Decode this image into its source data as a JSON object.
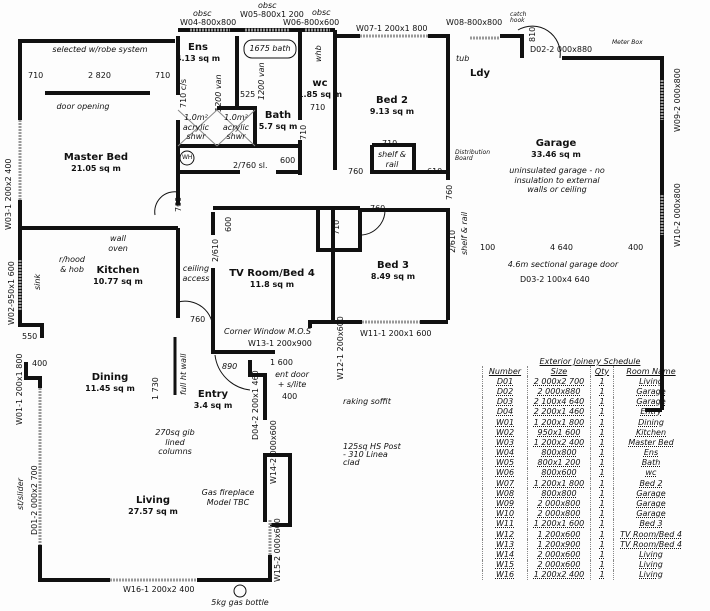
{
  "rooms": [
    {
      "name": "Master Bed",
      "area": "21.05 sq m"
    },
    {
      "name": "Ens",
      "area": "4.13 sq m"
    },
    {
      "name": "Bath",
      "area": "5.7 sq m"
    },
    {
      "name": "wc",
      "area": "1.85 sq m"
    },
    {
      "name": "Bed 2",
      "area": "9.13 sq m"
    },
    {
      "name": "Ldy",
      "area": ""
    },
    {
      "name": "Garage",
      "area": "33.46 sq m"
    },
    {
      "name": "Kitchen",
      "area": "10.77 sq m"
    },
    {
      "name": "TV Room/Bed 4",
      "area": "11.8 sq m"
    },
    {
      "name": "Bed 3",
      "area": "8.49 sq m"
    },
    {
      "name": "Dining",
      "area": "11.45 sq m"
    },
    {
      "name": "Entry",
      "area": "3.4 sq m"
    },
    {
      "name": "Living",
      "area": "27.57 sq m"
    }
  ],
  "window_labels": {
    "w04": "W04-800x800",
    "w05": "W05-800x1 200",
    "w06": "W06-800x600",
    "obsc": "obsc",
    "w07": "W07-1 200x1 800",
    "w08": "W08-800x800",
    "d02": "D02-2 000x880",
    "w03": "W03-1 200x2 400",
    "w09": "W09-2 000x800",
    "w10": "W10-2 000x800",
    "w02": "W02-950x1 600",
    "w11": "W11-1 200x1 600",
    "w12": "W12-1 200x600",
    "w13": "W13-1 200x900",
    "w01": "W01-1 200x1 800",
    "d04": "D04-2 200x1 460",
    "w14": "W14-2 000x600",
    "d01": "D01-2 000x2 700",
    "w15": "W15-2 000x600",
    "w16": "W16-1 200x2 400",
    "d03": "D03-2 100x4 640"
  },
  "dimensions": {
    "d710a": "710",
    "d2820": "2 820",
    "d710b": "710",
    "d710cs": "710 c/s",
    "d525": "525",
    "d1200a": "1200 van",
    "d1200b": "1200 van",
    "d710wc": "710",
    "d710bath": "710",
    "d600": "600",
    "d2760": "2/760 sl.",
    "d760a": "760",
    "d760b": "760",
    "d760c": "760",
    "d760d": "760",
    "d760e": "760",
    "d710shelf": "710",
    "d610": "610",
    "d810": "810",
    "d600tv": "600",
    "d2610tv": "2/610",
    "d710tv": "710",
    "d2610b3": "2/610",
    "d100": "100",
    "d4640": "4 640",
    "d400g": "400",
    "d550": "550",
    "d400a": "400",
    "d1730": "1 730",
    "d890": "890",
    "d1600": "1 600",
    "d400e": "400"
  },
  "notes": {
    "robe": "selected w/robe system",
    "door_opening": "door opening",
    "bath1675": "1675 bath",
    "shwr": "1.0m² acrylic shwr",
    "wh": "WH",
    "whb": "whb",
    "tub": "tub",
    "catch": "catch hook",
    "meter": "Meter Box",
    "shelf": "shelf & rail",
    "distribution": "Distribution Board",
    "garage_note": "uninsulated garage - no insulation to external walls or ceiling",
    "garage_door": "4.6m sectional garage door",
    "wall_oven": "wall oven",
    "rhood": "r/hood & hob",
    "sink": "sink",
    "ceiling": "ceiling access",
    "corner": "Corner Window M.O.S",
    "ent_door": "ent door + s/lite",
    "full_wall": "full ht wall",
    "columns": "270sq gib lined columns",
    "raking": "raking soffit",
    "post": "125sq HS Post - 310 Linea clad",
    "slider": "st/slider",
    "fireplace": "Gas fireplace Model TBC",
    "gas": "5kg gas bottle"
  },
  "schedule": {
    "title": "Exterior Joinery Schedule",
    "headers": [
      "Number",
      "Size",
      "Qty",
      "Room Name"
    ],
    "rows": [
      [
        "D01",
        "2 000x2 700",
        "1",
        "Living"
      ],
      [
        "D02",
        "2 000x880",
        "1",
        "Garage"
      ],
      [
        "D03",
        "2 100x4 640",
        "1",
        "Garage"
      ],
      [
        "D04",
        "2 200x1 460",
        "1",
        "Entry"
      ],
      [
        "W01",
        "1 200x1 800",
        "1",
        "Dining"
      ],
      [
        "W02",
        "950x1 600",
        "1",
        "Kitchen"
      ],
      [
        "W03",
        "1 200x2 400",
        "1",
        "Master Bed"
      ],
      [
        "W04",
        "800x800",
        "1",
        "Ens"
      ],
      [
        "W05",
        "800x1 200",
        "1",
        "Bath"
      ],
      [
        "W06",
        "800x600",
        "1",
        "wc"
      ],
      [
        "W07",
        "1 200x1 800",
        "1",
        "Bed 2"
      ],
      [
        "W08",
        "800x800",
        "1",
        "Garage"
      ],
      [
        "W09",
        "2 000x800",
        "1",
        "Garage"
      ],
      [
        "W10",
        "2 000x800",
        "1",
        "Garage"
      ],
      [
        "W11",
        "1 200x1 600",
        "1",
        "Bed 3"
      ],
      [
        "W12",
        "1 200x600",
        "1",
        "TV Room/Bed 4"
      ],
      [
        "W13",
        "1 200x900",
        "1",
        "TV Room/Bed 4"
      ],
      [
        "W14",
        "2 000x600",
        "1",
        "Living"
      ],
      [
        "W15",
        "2 000x600",
        "1",
        "Living"
      ],
      [
        "W16",
        "1 200x2 400",
        "1",
        "Living"
      ]
    ]
  }
}
